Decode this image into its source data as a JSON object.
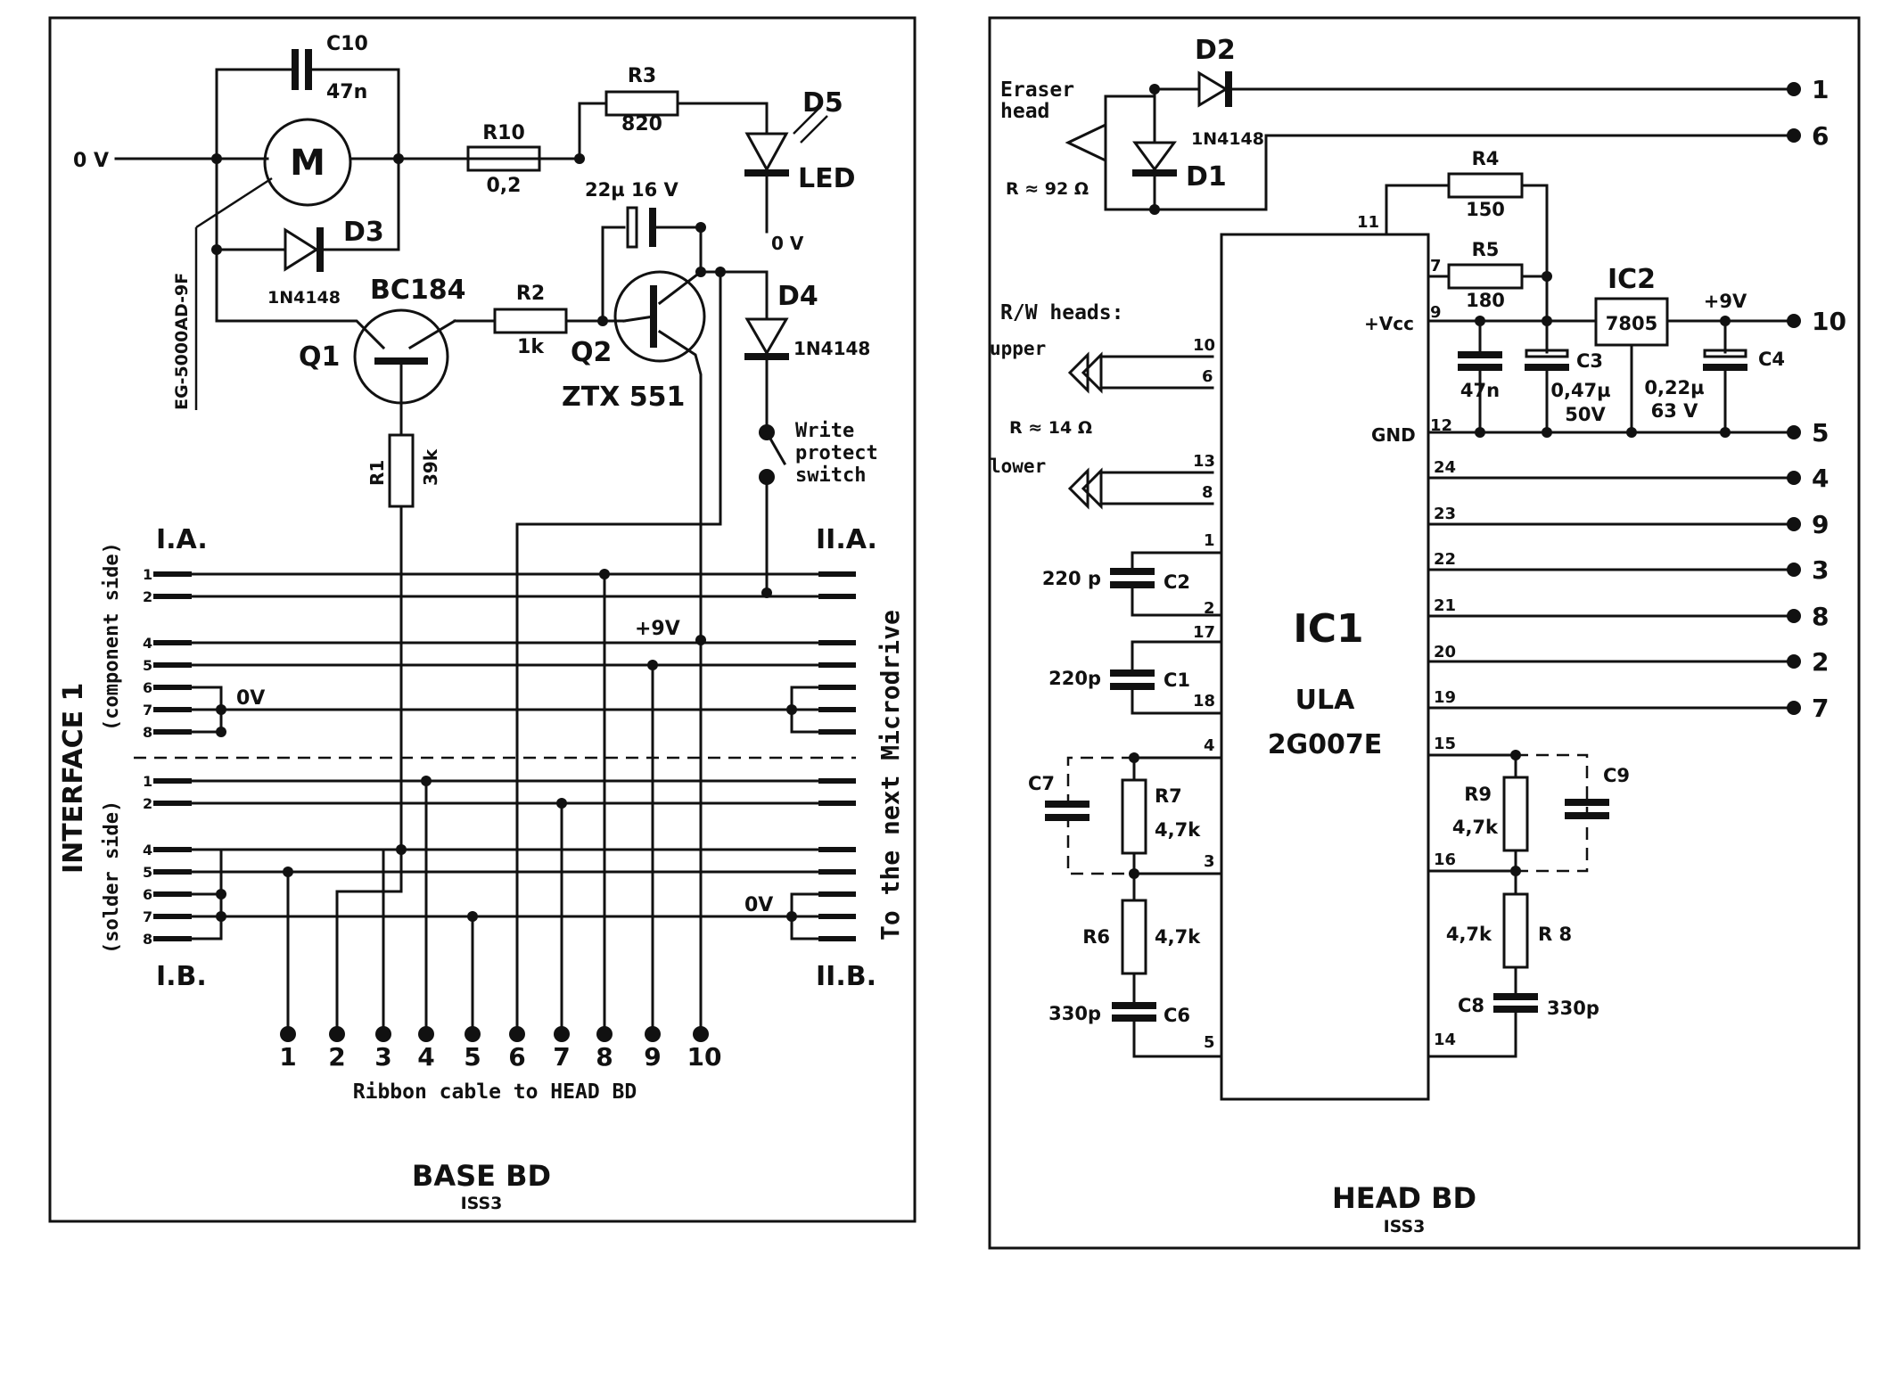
{
  "base": {
    "title": "BASE BD",
    "issue": "ISS3",
    "motor": {
      "symbol": "M",
      "part": "EG-5000AD-9F"
    },
    "c10": {
      "name": "C10",
      "value": "47n"
    },
    "r10": {
      "name": "R10",
      "value": "0,2"
    },
    "r3": {
      "name": "R3",
      "value": "820"
    },
    "d5": {
      "name": "D5",
      "value": "LED"
    },
    "d3": {
      "name": "D3",
      "value": "1N4148"
    },
    "q1": {
      "name": "Q1",
      "type": "BC184"
    },
    "r2": {
      "name": "R2",
      "value": "1k"
    },
    "q2": {
      "name": "Q2",
      "type": "ZTX 551"
    },
    "cap": "22µ  16 V",
    "d4": {
      "name": "D4",
      "value": "1N4148"
    },
    "r1": {
      "name": "R1",
      "value": "39k"
    },
    "switch": [
      "Write",
      "protect",
      "switch"
    ],
    "zero_v": "0 V",
    "zero_v_short": "0V",
    "plus9v": "+9V",
    "interface": "INTERFACE 1",
    "component_side": "(component side)",
    "solder_side": "(solder side)",
    "next": "To the next Microdrive",
    "edge": {
      "ia": "I.A.",
      "ib": "I.B.",
      "iia": "II.A.",
      "iib": "II.B."
    },
    "pins_top": [
      "1",
      "2",
      "4",
      "5",
      "6",
      "7",
      "8"
    ],
    "pins_bot": [
      "1",
      "2",
      "4",
      "5",
      "6",
      "7",
      "8"
    ],
    "ribbon_pins": [
      "1",
      "2",
      "3",
      "4",
      "5",
      "6",
      "7",
      "8",
      "9",
      "10"
    ],
    "ribbon": "Ribbon cable to HEAD BD"
  },
  "head": {
    "title": "HEAD BD",
    "issue": "ISS3",
    "eraser": [
      "Eraser",
      "head"
    ],
    "eraser_r": "R ≈ 92 Ω",
    "d2": {
      "name": "D2",
      "value": "1N4148"
    },
    "d1": {
      "name": "D1"
    },
    "rw": "R/W heads:",
    "upper": "upper",
    "lower": "lower",
    "rw_r": "R ≈ 14 Ω",
    "r4": {
      "name": "R4",
      "value": "150"
    },
    "r5": {
      "name": "R5",
      "value": "180"
    },
    "ic2": {
      "name": "IC2",
      "part": "7805"
    },
    "plus9v": "+9V",
    "vcc": "+Vcc",
    "gnd": "GND",
    "c_47n": "47n",
    "c3": {
      "name": "C3",
      "v1": "0,47µ",
      "v2": "50V"
    },
    "c4": {
      "name": "C4",
      "v1": "0,22µ",
      "v2": "63 V"
    },
    "ic1": {
      "name": "IC1",
      "l1": "ULA",
      "l2": "2G007E"
    },
    "c2": {
      "name": "C2",
      "value": "220 p"
    },
    "c1": {
      "name": "C1",
      "value": "220p"
    },
    "c7": {
      "name": "C7"
    },
    "r7": {
      "name": "R7",
      "value": "4,7k"
    },
    "r6": {
      "name": "R6",
      "value": "4,7k"
    },
    "c6": {
      "name": "C6",
      "value": "330p"
    },
    "c9": {
      "name": "C9"
    },
    "r9": {
      "name": "R9",
      "value": "4,7k"
    },
    "r8": {
      "name": "R 8",
      "value": "4,7k"
    },
    "c8": {
      "name": "C8",
      "value": "330p"
    },
    "left_pins": [
      "11",
      "7",
      "9",
      "10",
      "6",
      "12",
      "13",
      "8",
      "1",
      "2",
      "17",
      "18",
      "4",
      "3",
      "5"
    ],
    "right_pins": [
      "24",
      "23",
      "22",
      "21",
      "20",
      "19",
      "15",
      "16",
      "14"
    ],
    "terminals": [
      "1",
      "6",
      "10",
      "5",
      "4",
      "9",
      "3",
      "8",
      "2",
      "7"
    ]
  }
}
